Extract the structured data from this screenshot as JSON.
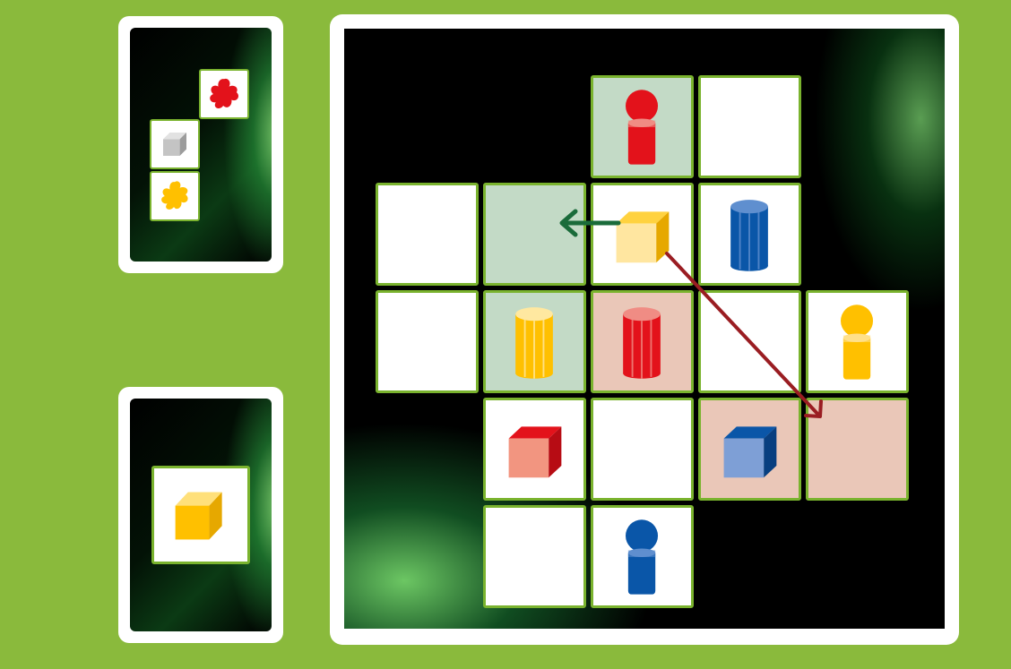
{
  "colors": {
    "background": "#8aba3c",
    "red": "#e3121b",
    "yellow": "#ffc000",
    "blue": "#0a56a8",
    "gray": "#bdbdbd",
    "grid_border": "#7ab32e",
    "cell_green": "#c3dac6",
    "cell_pink": "#eac7b8",
    "arrow_green": "#1a6b3a",
    "arrow_red": "#9a1d22"
  },
  "cards": {
    "top": {
      "icons": [
        "red-splat-icon",
        "gray-cube-icon",
        "yellow-splat-icon"
      ]
    },
    "bottom": {
      "icons": [
        "yellow-cube-icon"
      ]
    }
  },
  "board": {
    "cells": [
      {
        "row": 0,
        "col": 2,
        "tint": "green",
        "piece": "red-pawn-icon"
      },
      {
        "row": 0,
        "col": 3,
        "tint": "white",
        "piece": ""
      },
      {
        "row": 1,
        "col": 0,
        "tint": "white",
        "piece": ""
      },
      {
        "row": 1,
        "col": 1,
        "tint": "green",
        "piece": ""
      },
      {
        "row": 1,
        "col": 2,
        "tint": "white",
        "piece": "yellow-cube-icon"
      },
      {
        "row": 1,
        "col": 3,
        "tint": "white",
        "piece": "blue-barrel-icon"
      },
      {
        "row": 2,
        "col": 0,
        "tint": "white",
        "piece": ""
      },
      {
        "row": 2,
        "col": 1,
        "tint": "green",
        "piece": "yellow-barrel-icon"
      },
      {
        "row": 2,
        "col": 2,
        "tint": "pink",
        "piece": "red-barrel-icon"
      },
      {
        "row": 2,
        "col": 3,
        "tint": "white",
        "piece": ""
      },
      {
        "row": 2,
        "col": 4,
        "tint": "white",
        "piece": "yellow-pawn-icon"
      },
      {
        "row": 3,
        "col": 1,
        "tint": "white",
        "piece": "red-cube-icon"
      },
      {
        "row": 3,
        "col": 2,
        "tint": "white",
        "piece": ""
      },
      {
        "row": 3,
        "col": 3,
        "tint": "pink",
        "piece": "blue-cube-icon"
      },
      {
        "row": 3,
        "col": 4,
        "tint": "pink",
        "piece": ""
      },
      {
        "row": 4,
        "col": 1,
        "tint": "white",
        "piece": ""
      },
      {
        "row": 4,
        "col": 2,
        "tint": "white",
        "piece": "blue-pawn-icon"
      }
    ],
    "arrows": [
      {
        "name": "green-move-arrow",
        "color": "arrow_green"
      },
      {
        "name": "red-move-arrow",
        "color": "arrow_red"
      }
    ]
  }
}
